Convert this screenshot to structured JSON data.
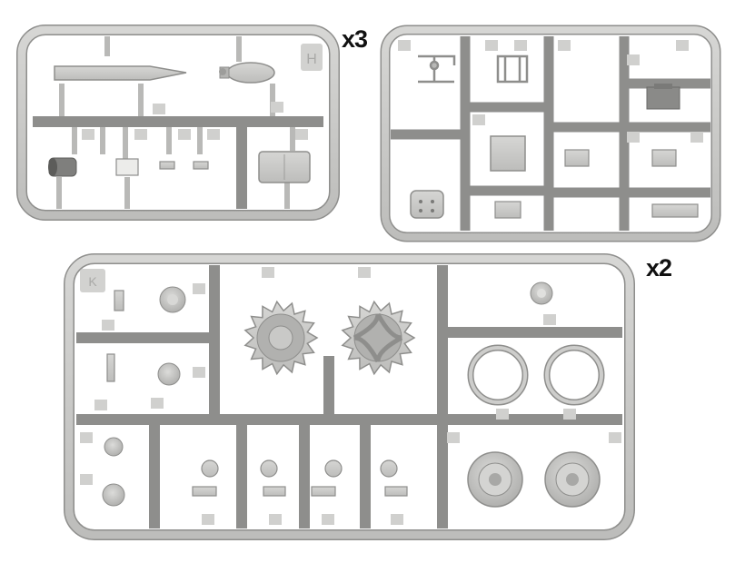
{
  "image": {
    "kind": "plastic model kit sprue photograph",
    "background": "#ffffff",
    "plastic_color": "#c9c9c7",
    "plastic_dark": "#9a9a98",
    "label_color": "#b3b3b1"
  },
  "sprues": [
    {
      "name": "sprue-h",
      "letter": "H",
      "quantity_label": "x3",
      "parts": [
        "barrel",
        "tank",
        "muzzle-pieces",
        "bracket-parts",
        "box-part"
      ]
    },
    {
      "name": "sprue-small-parts",
      "parts": [
        "frame-part",
        "seat-frame",
        "engine-block",
        "instrument-box",
        "armored-plate",
        "vision-blocks"
      ]
    },
    {
      "name": "sprue-k",
      "letter": "K",
      "quantity_label": "x2",
      "parts": [
        "drive-sprocket-left",
        "drive-sprocket-right",
        "idler-rings",
        "road-wheels",
        "suspension-arms",
        "small-gears"
      ]
    }
  ]
}
